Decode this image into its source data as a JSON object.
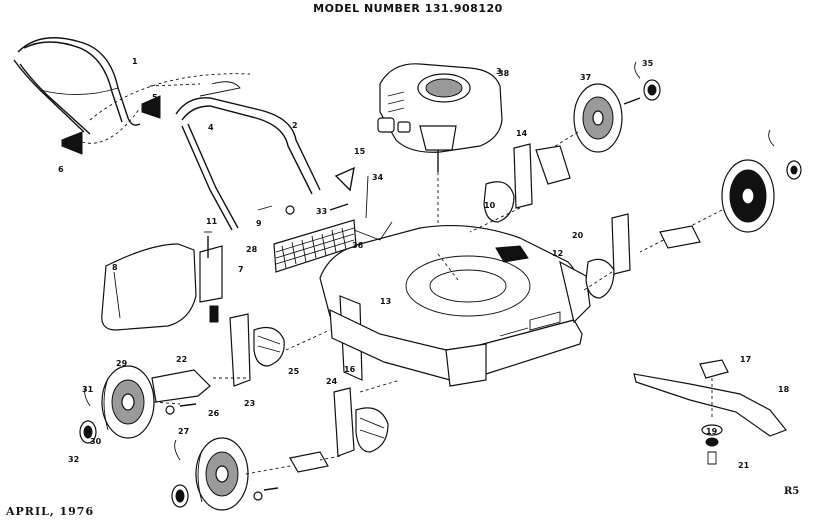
{
  "header": {
    "title": "MODEL NUMBER 131.908120"
  },
  "footer": {
    "date": "APRIL, 1976",
    "code": "R5"
  },
  "callouts": [
    "1",
    "2",
    "3",
    "4",
    "5",
    "6",
    "7",
    "8",
    "9",
    "10",
    "11",
    "12",
    "13",
    "14",
    "15",
    "16",
    "17",
    "18",
    "19",
    "20",
    "21",
    "22",
    "23",
    "24",
    "25",
    "26",
    "27",
    "28",
    "29",
    "30",
    "31",
    "32",
    "33",
    "34",
    "35",
    "36",
    "37",
    "38"
  ]
}
